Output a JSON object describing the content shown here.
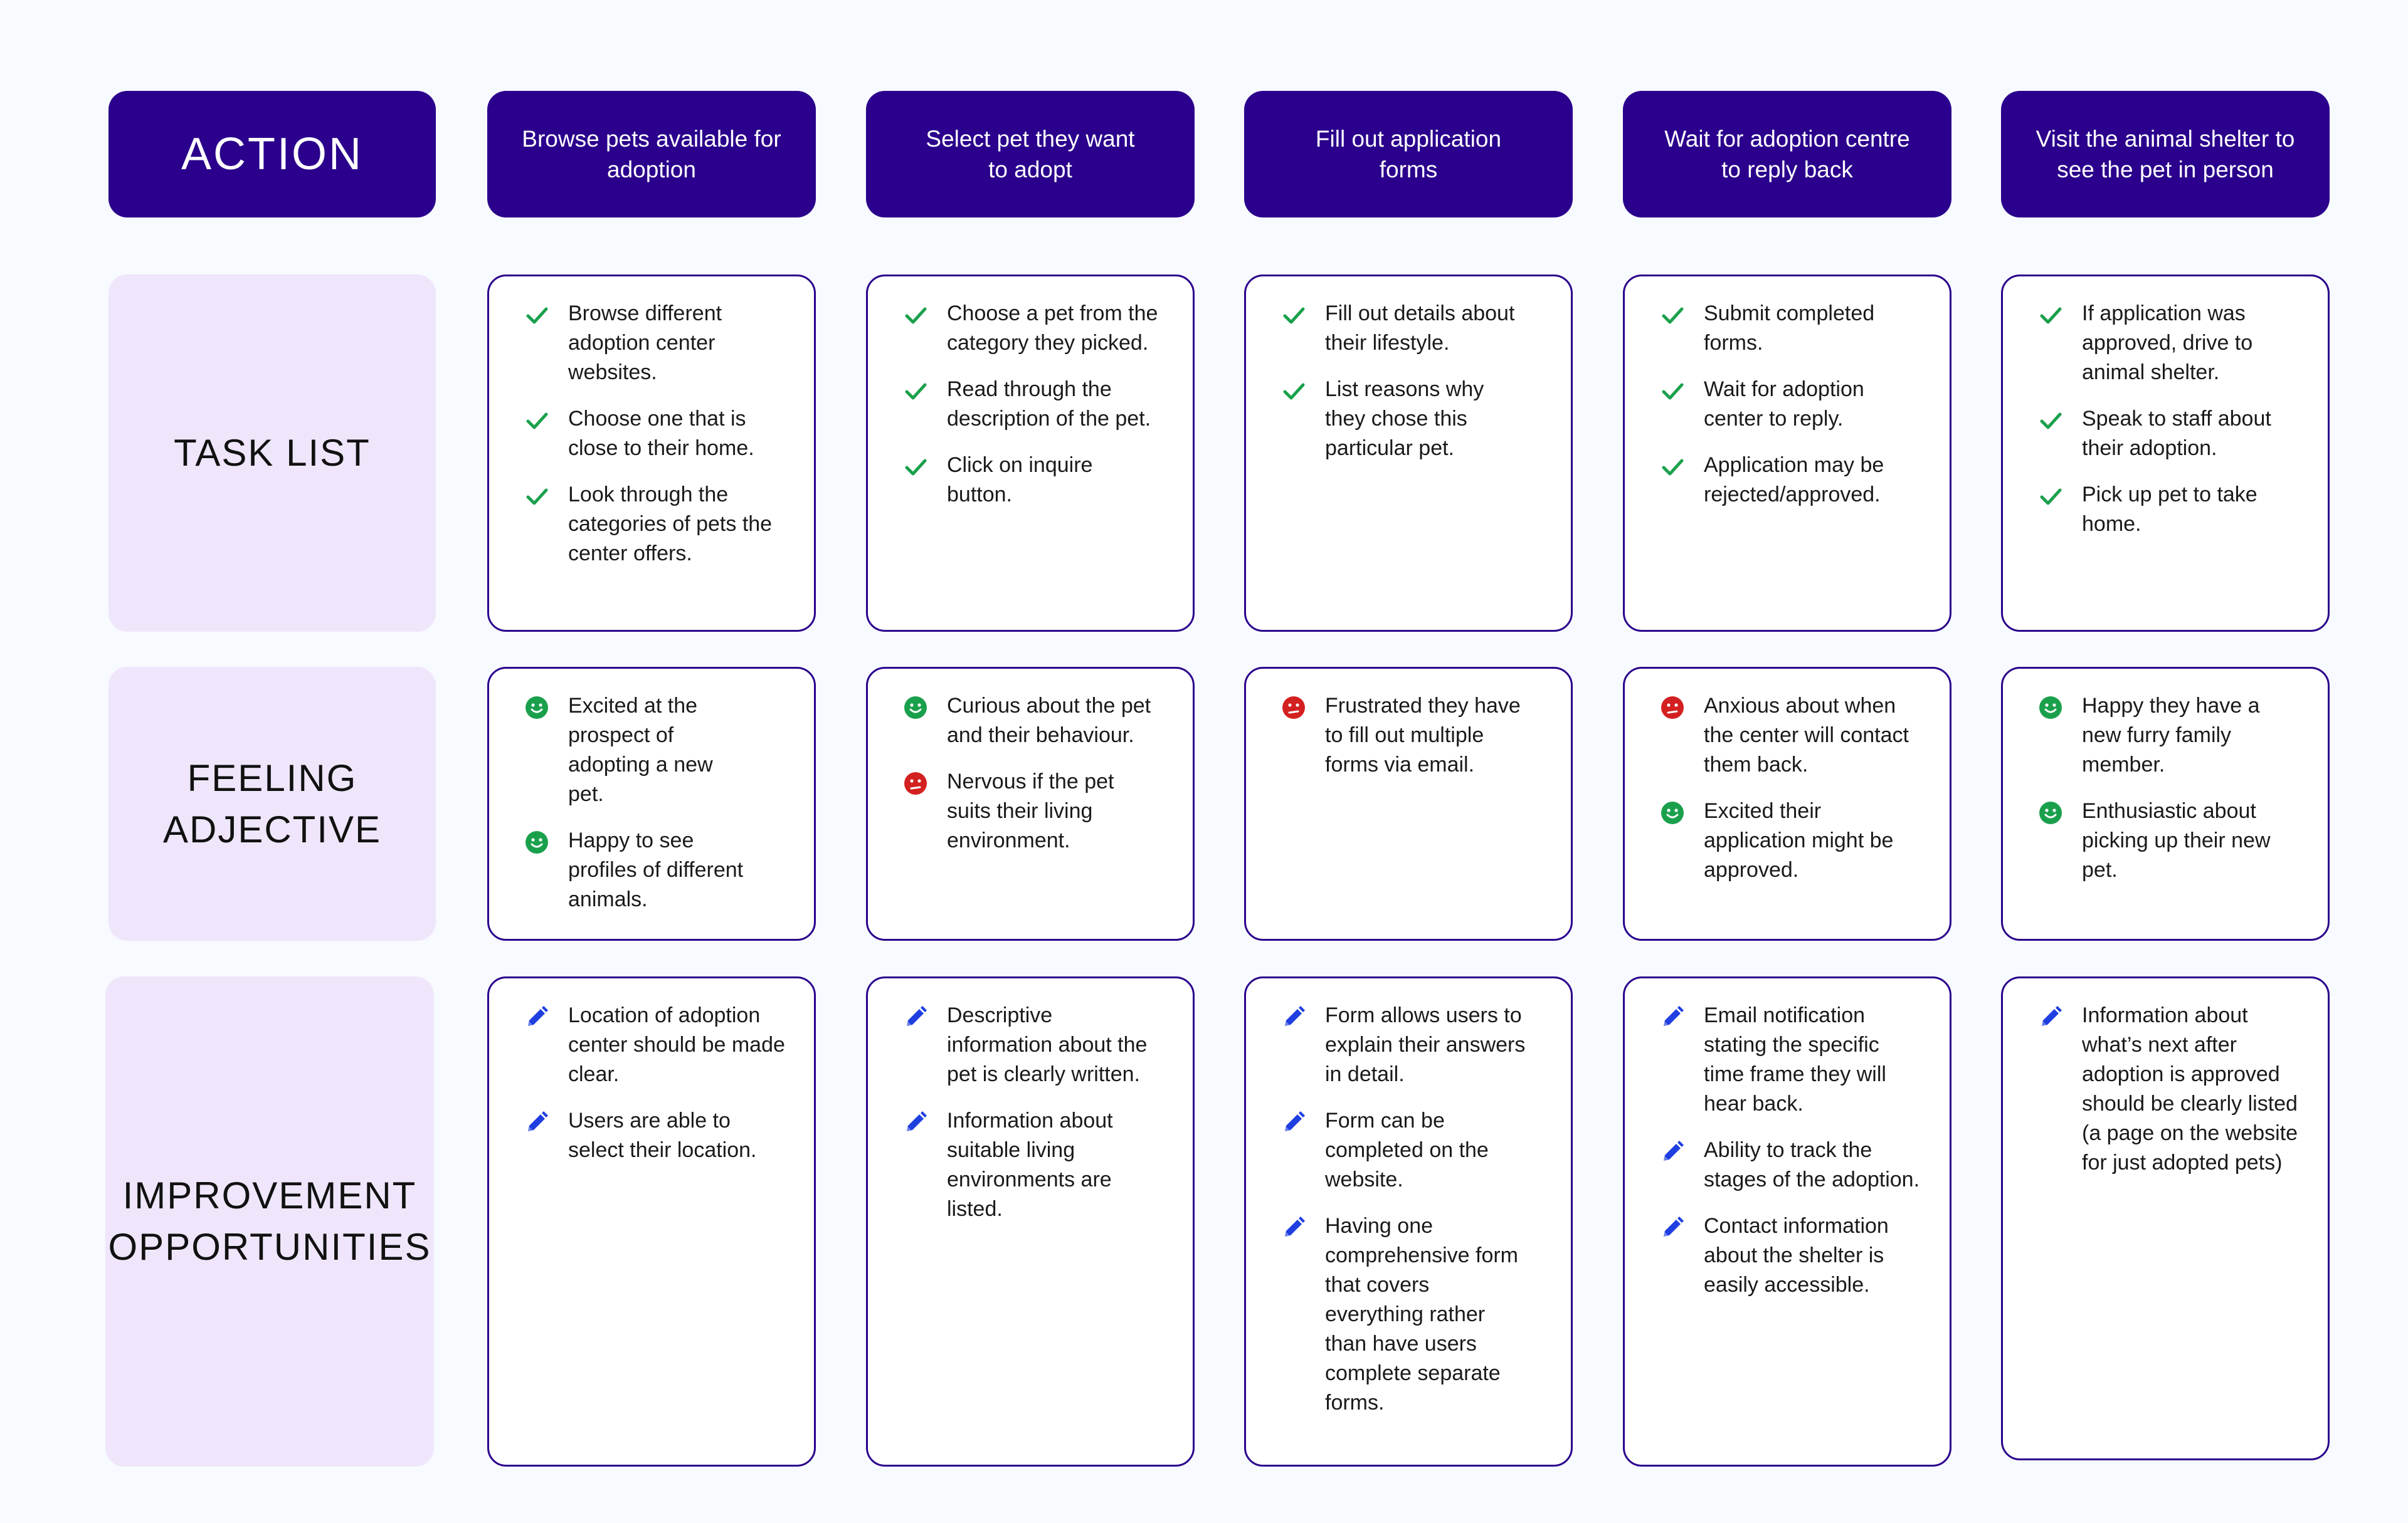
{
  "rows": {
    "action": "ACTION",
    "task_list": "TASK LIST",
    "feeling": "FEELING\nADJECTIVE",
    "improvement": "IMPROVEMENT\nOPPORTUNITIES"
  },
  "colors": {
    "header_bg": "#2a008c",
    "row_label_bg": "#efe6fb",
    "check": "#1aa04c",
    "happy": "#1aa04c",
    "sad": "#d32020",
    "pencil": "#1f3fe0"
  },
  "stages": [
    {
      "action": "Browse pets available for\nadoption",
      "tasks": [
        "Browse different\nadoption center\nwebsites.",
        "Choose one that is\nclose to their home.",
        "Look through the\ncategories of pets the\ncenter offers."
      ],
      "feelings": [
        {
          "mood": "happy",
          "icon": "smiley-icon",
          "text": "Excited at the\nprospect of\nadopting a new\npet."
        },
        {
          "mood": "happy",
          "icon": "smiley-icon",
          "text": "Happy to see\nprofiles of different\nanimals."
        }
      ],
      "improvements": [
        "Location of adoption\ncenter should be made\nclear.",
        "Users are able to\nselect their location."
      ]
    },
    {
      "action": "Select pet they want\nto adopt",
      "tasks": [
        "Choose a pet from the\ncategory they picked.",
        "Read through the\ndescription of the pet.",
        "Click on inquire\nbutton."
      ],
      "feelings": [
        {
          "mood": "happy",
          "icon": "smiley-icon",
          "text": "Curious about the pet\nand their behaviour."
        },
        {
          "mood": "sad",
          "icon": "frown-icon",
          "text": "Nervous if the pet\nsuits their living\nenvironment."
        }
      ],
      "improvements": [
        "Descriptive\ninformation about the\npet is clearly written.",
        "Information about\nsuitable living\nenvironments are\nlisted."
      ]
    },
    {
      "action": "Fill out application\nforms",
      "tasks": [
        "Fill out details about\ntheir lifestyle.",
        "List reasons why\nthey chose this\nparticular pet."
      ],
      "feelings": [
        {
          "mood": "sad",
          "icon": "frown-icon",
          "text": "Frustrated they have\nto fill out multiple\nforms via email."
        }
      ],
      "improvements": [
        "Form allows users to\nexplain their answers\nin detail.",
        "Form can be\ncompleted on the\nwebsite.",
        "Having one\ncomprehensive form\nthat covers\neverything rather\nthan  have users\ncomplete separate\nforms."
      ]
    },
    {
      "action": "Wait for adoption centre\nto reply back",
      "tasks": [
        "Submit completed\nforms.",
        "Wait for adoption\ncenter to reply.",
        "Application may be\nrejected/approved."
      ],
      "feelings": [
        {
          "mood": "sad",
          "icon": "frown-icon",
          "text": "Anxious about when\nthe center will contact\nthem back."
        },
        {
          "mood": "happy",
          "icon": "smiley-icon",
          "text": "Excited their\napplication might be\napproved."
        }
      ],
      "improvements": [
        "Email notification\nstating the specific\ntime frame they will\nhear back.",
        "Ability to track the\nstages of the adoption.",
        "Contact information\nabout the shelter is\neasily accessible."
      ]
    },
    {
      "action": "Visit the animal shelter to\nsee the pet in person",
      "tasks": [
        "If application was\napproved, drive to\nanimal shelter.",
        "Speak to staff about\ntheir adoption.",
        "Pick up pet to take\nhome."
      ],
      "feelings": [
        {
          "mood": "happy",
          "icon": "smiley-icon",
          "text": "Happy they have a\nnew furry family\nmember."
        },
        {
          "mood": "happy",
          "icon": "smiley-icon",
          "text": "Enthusiastic about\npicking up their new\npet."
        }
      ],
      "improvements": [
        "Information about\nwhat’s next after\nadoption is approved\nshould be clearly listed\n(a page on the website\nfor just adopted pets)"
      ]
    }
  ]
}
